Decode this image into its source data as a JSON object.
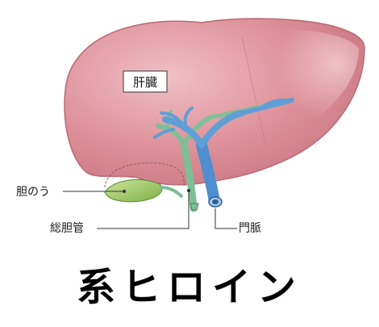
{
  "labels": {
    "liver": "肝臓",
    "gallbladder": "胆のう",
    "common_bile_duct": "総胆管",
    "portal_vein": "門脈"
  },
  "title": "系ヒロイン",
  "colors": {
    "liver_fill": "#d9848f",
    "liver_highlight": "#eab3b9",
    "liver_edge": "#b86a74",
    "portal_vein": "#5f9fd6",
    "bile_duct": "#7fbf96",
    "gallbladder": "#9ccc6b",
    "label_box_fill": "#ffffff"
  }
}
